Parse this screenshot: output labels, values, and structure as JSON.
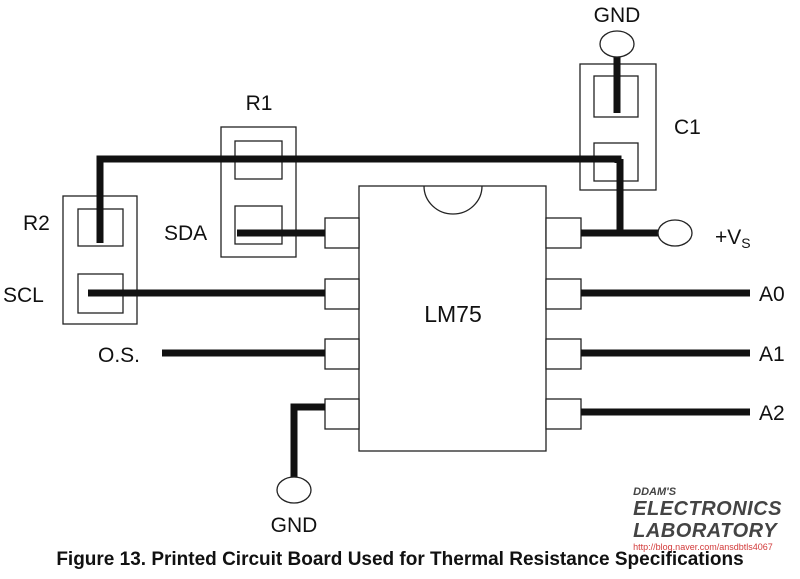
{
  "labels": {
    "gnd_top": "GND",
    "c1": "C1",
    "r1": "R1",
    "r2": "R2",
    "sda": "SDA",
    "scl": "SCL",
    "os": "O.S.",
    "vs_main": "+V",
    "vs_sub": "S",
    "a0": "A0",
    "a1": "A1",
    "a2": "A2",
    "gnd_bottom": "GND",
    "chip": "LM75"
  },
  "caption": "Figure 13.  Printed Circuit Board Used for Thermal Resistance Specifications",
  "watermark": {
    "line1": "DDAM'S",
    "line2": "ELECTRONICS",
    "line3": "LABORATORY",
    "url": "http://blog.naver.com/ansdbtls4067"
  }
}
